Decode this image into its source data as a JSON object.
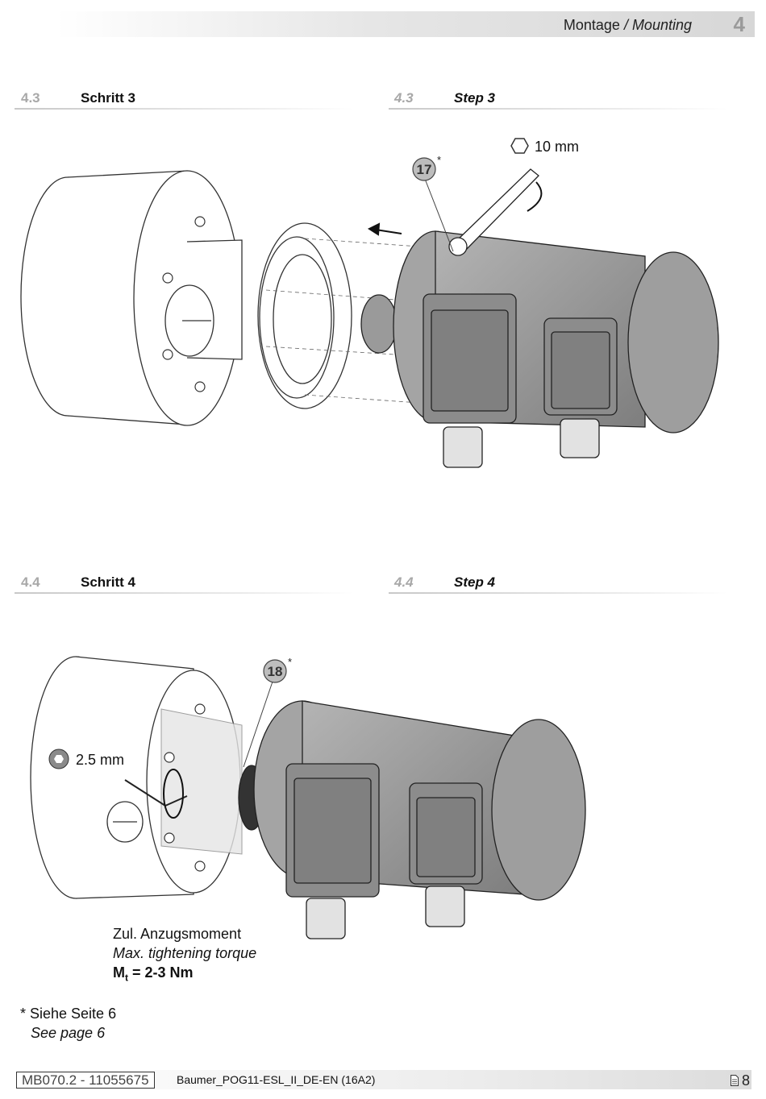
{
  "header": {
    "title_de": "Montage",
    "title_en": "/ Mounting",
    "chapter": "4"
  },
  "sections": [
    {
      "num_de": "4.3",
      "title_de": "Schritt 3",
      "num_en": "4.3",
      "title_en": "Step 3"
    },
    {
      "num_de": "4.4",
      "title_de": "Schritt 4",
      "num_en": "4.4",
      "title_en": "Step 4"
    }
  ],
  "figure1": {
    "callout": "17",
    "callout_star": "*",
    "tool_size": "10 mm"
  },
  "figure2": {
    "callout": "18",
    "callout_star": "*",
    "tool_size": "2.5 mm"
  },
  "torque": {
    "label_de": "Zul. Anzugsmoment",
    "label_en": "Max. tightening torque",
    "symbol": "M",
    "symbol_sub": "t",
    "value": "= 2-3 Nm"
  },
  "footnote": {
    "de": "* Siehe Seite 6",
    "en": "See page 6"
  },
  "footer": {
    "doc_id": "MB070.2 - 11055675",
    "doc_name": "Baumer_POG11-ESL_II_DE-EN (16A2)",
    "page": "8"
  }
}
